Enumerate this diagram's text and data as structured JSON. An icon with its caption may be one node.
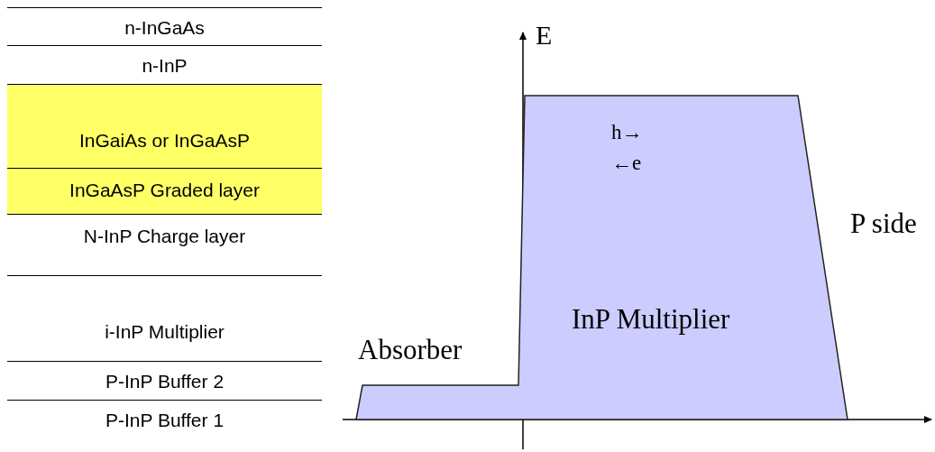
{
  "diagram": {
    "nodes": [
      {
        "text": [
          "n-InGaAs"
        ]
      },
      {
        "text": [
          "n-InP"
        ]
      },
      {
        "text": [
          "InGaiAs or InGaAsP"
        ]
      },
      {
        "text": [
          "InGaAsP Graded layer"
        ]
      },
      {
        "text": [
          "N-InP Charge layer"
        ]
      },
      {
        "text": [
          "i-InP Multiplier"
        ]
      },
      {
        "text": [
          "P-InP Buffer 2"
        ]
      },
      {
        "text": [
          "P-InP Buffer 1"
        ]
      },
      {
        "text": [
          "h→",
          "←e",
          "InP Multiplier"
        ]
      }
    ],
    "labels": [
      "E",
      "P side",
      "Absorber"
    ]
  }
}
